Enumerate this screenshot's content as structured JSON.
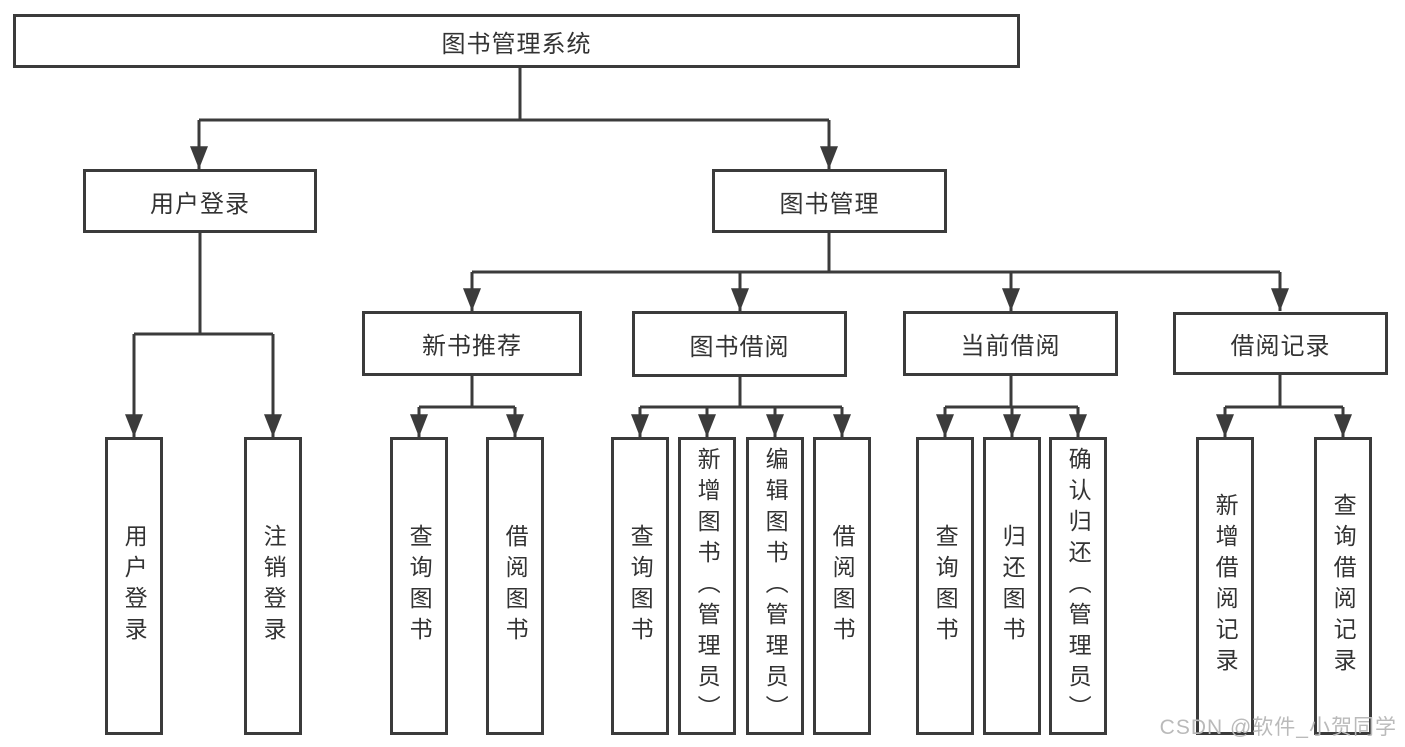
{
  "tree": {
    "root": {
      "label": "图书管理系统"
    },
    "level2": [
      {
        "label": "用户登录",
        "leaves": [
          "用户登录",
          "注销登录"
        ]
      },
      {
        "label": "图书管理",
        "sections": [
          {
            "label": "新书推荐",
            "leaves": [
              "查询图书",
              "借阅图书"
            ]
          },
          {
            "label": "图书借阅",
            "leaves": [
              "查询图书",
              "新增图书（管理员）",
              "编辑图书（管理员）",
              "借阅图书"
            ]
          },
          {
            "label": "当前借阅",
            "leaves": [
              "查询图书",
              "归还图书",
              "确认归还（管理员）"
            ]
          },
          {
            "label": "借阅记录",
            "leaves": [
              "新增借阅记录",
              "查询借阅记录"
            ]
          }
        ]
      }
    ]
  },
  "watermark": "CSDN @软件_小贺同学",
  "colors": {
    "line": "#3b3b3b",
    "text": "#333333",
    "watermark": "#bababa",
    "background": "#ffffff"
  }
}
